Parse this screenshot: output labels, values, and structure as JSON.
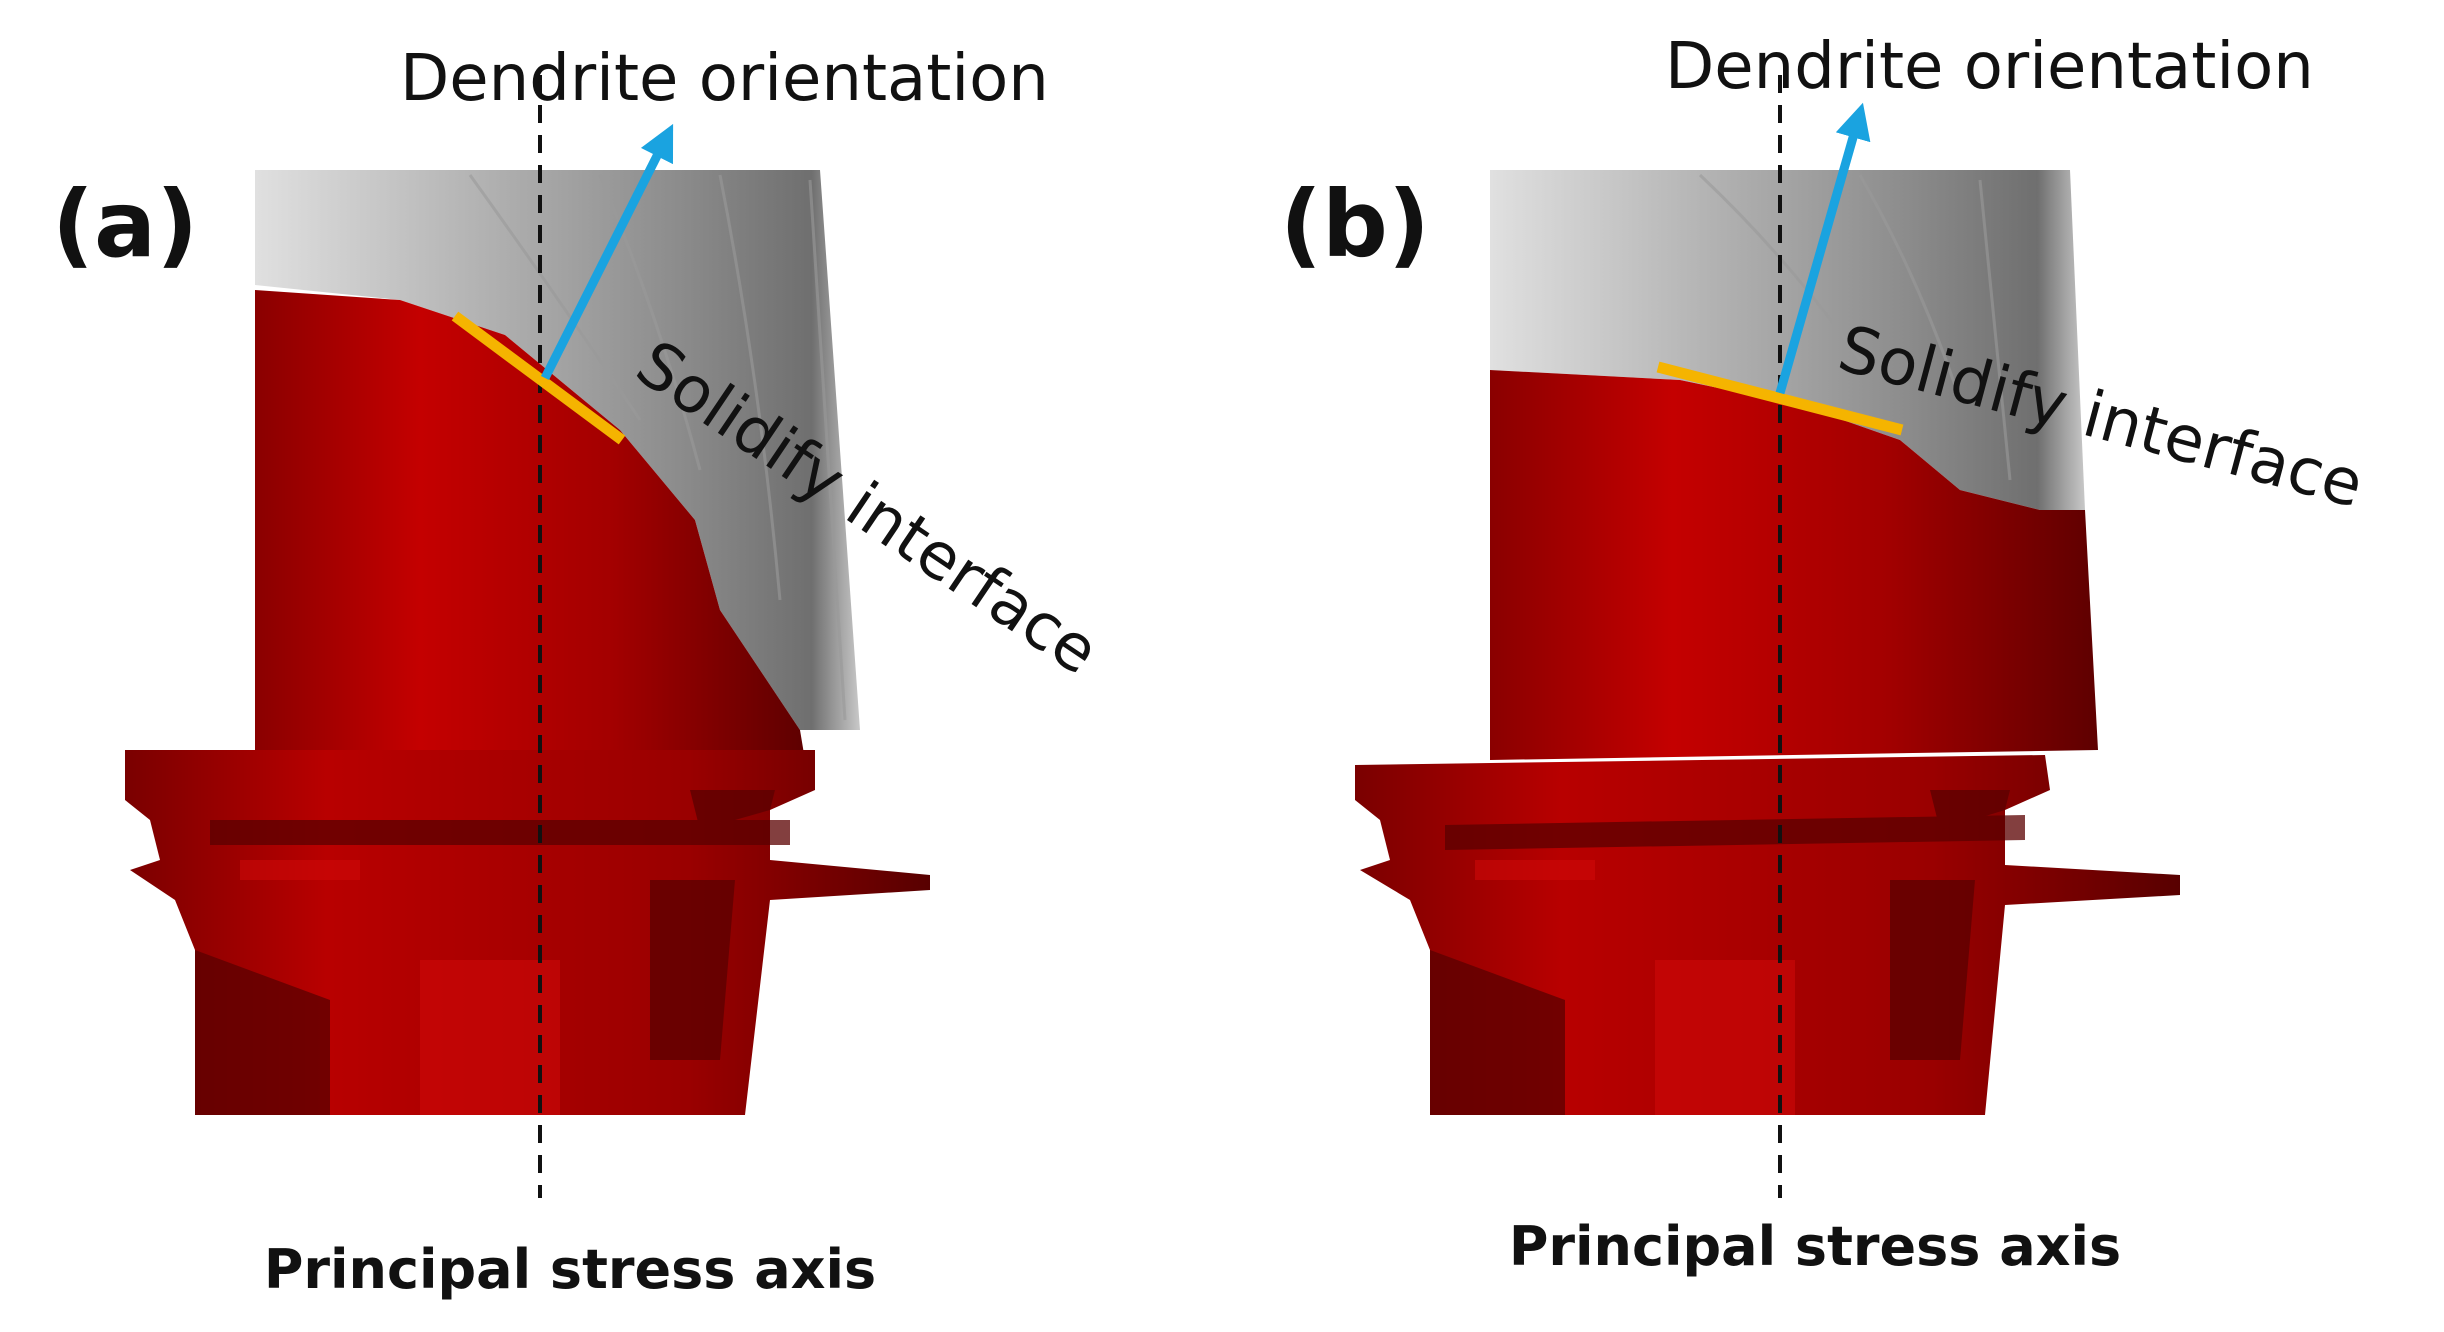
{
  "panels": [
    {
      "id": "a",
      "label": "(a)",
      "dendrite_label": "Dendrite orientation",
      "interface_label": "Solidify interface",
      "axis_label": "Principal stress axis"
    },
    {
      "id": "b",
      "label": "(b)",
      "dendrite_label": "Dendrite orientation",
      "interface_label": "Solidify interface",
      "axis_label": "Principal stress axis"
    }
  ],
  "colors": {
    "solidified": "#b30000",
    "solidified_dark": "#6e0000",
    "unsolidified_light": "#d6d6d6",
    "unsolidified_dark": "#7a7a7a",
    "interface": "#f5b400",
    "dendrite_arrow": "#1aa3e0",
    "stress_axis": "#111111"
  }
}
